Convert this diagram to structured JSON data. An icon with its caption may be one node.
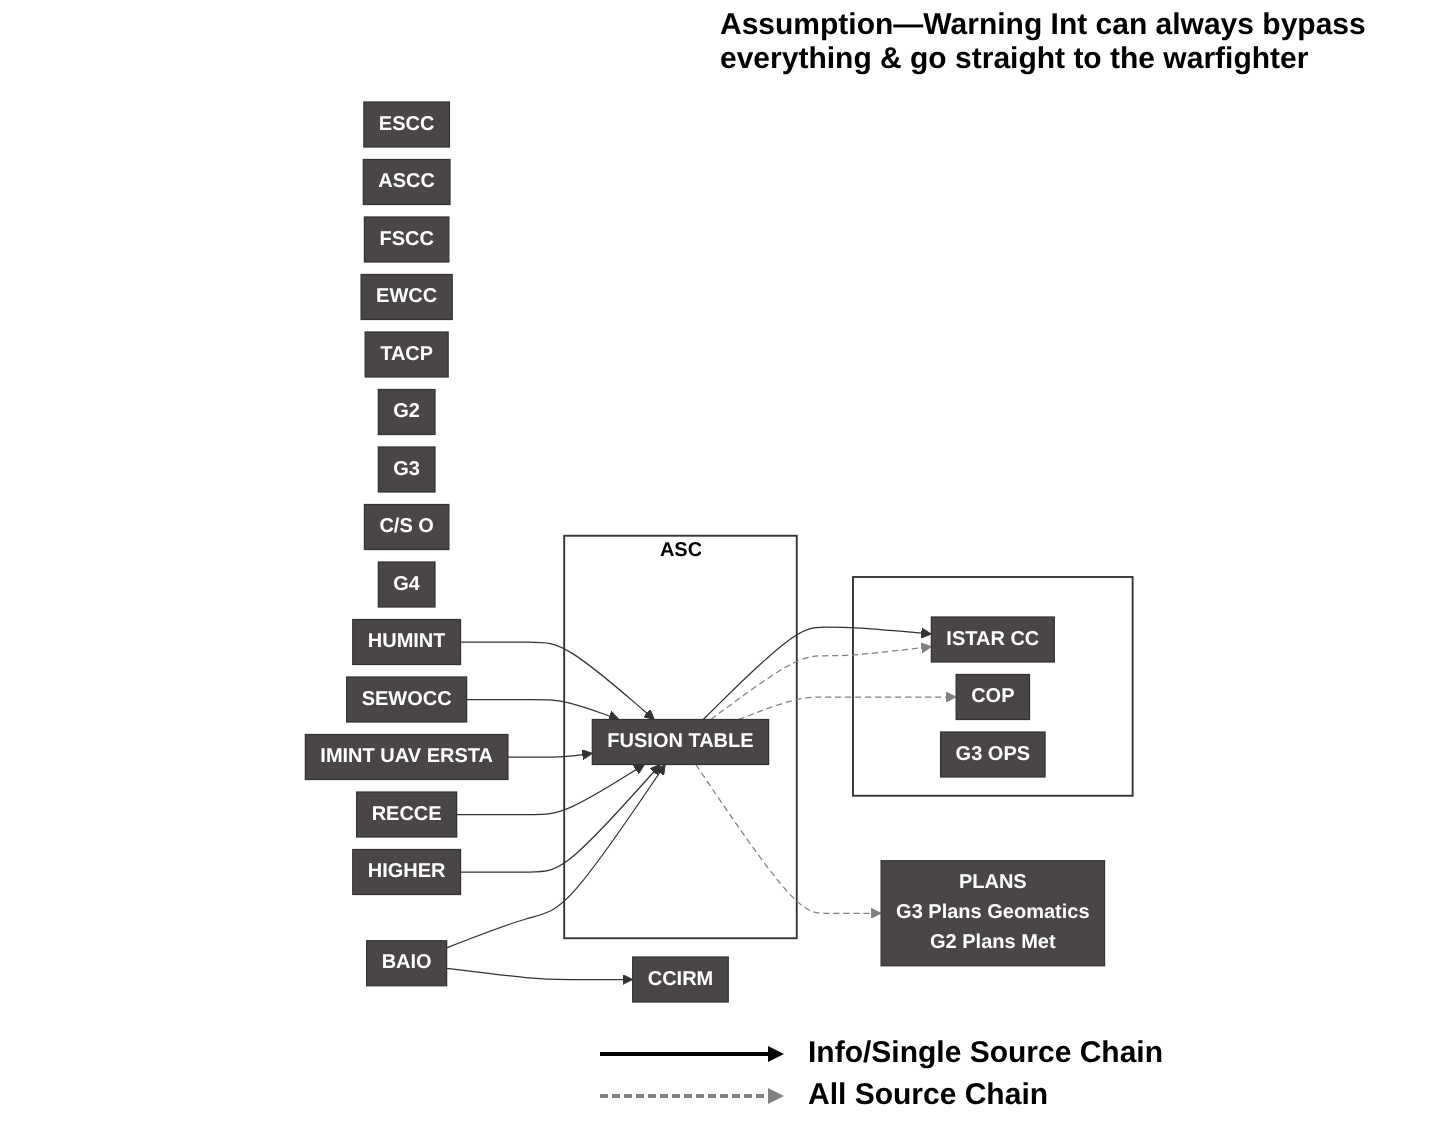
{
  "diagram": {
    "nodes": [
      {
        "text": [
          "PLANS",
          "G3 Plans Geomatics",
          "G2 Plans Met"
        ]
      },
      {
        "text": [
          "ESCC"
        ]
      },
      {
        "text": [
          "ASCC"
        ]
      },
      {
        "text": [
          "FSCC"
        ]
      },
      {
        "text": [
          "EWCC"
        ]
      },
      {
        "text": [],
        "shape": "box"
      },
      {
        "text": [
          "TACP"
        ]
      },
      {
        "text": [
          "ISTAR CC"
        ],
        "in": 5
      },
      {
        "text": [
          "G2"
        ]
      },
      {
        "text": [
          "G3"
        ]
      },
      {
        "text": [
          "C/S O"
        ]
      },
      {
        "text": [
          "COP"
        ],
        "in": 5
      },
      {
        "text": [
          "G3 OPS"
        ],
        "in": 5
      },
      {
        "text": [
          "G4"
        ]
      },
      {
        "text": [
          "ASC"
        ]
      },
      {
        "text": [
          "HUMINT"
        ]
      },
      {
        "text": [
          "SEWOCC"
        ]
      },
      {
        "text": [
          "IMINT UAV ERSTA"
        ]
      },
      {
        "text": [
          "FUSION TABLE"
        ],
        "in": 14
      },
      {
        "text": [
          "RECCE"
        ]
      },
      {
        "text": [
          "HIGHER"
        ]
      },
      {
        "text": [
          "BAIO"
        ]
      },
      {
        "text": [
          "CCIRM"
        ]
      }
    ],
    "edges": [
      {
        "from": 15,
        "to": 18,
        "arrow": "to"
      },
      {
        "from": 16,
        "to": 18,
        "arrow": "to"
      },
      {
        "from": 17,
        "to": 18,
        "arrow": "to"
      },
      {
        "from": 19,
        "to": 18,
        "arrow": "to"
      },
      {
        "from": 20,
        "to": 18,
        "arrow": "to"
      },
      {
        "from": 21,
        "to": 18,
        "arrow": "to"
      },
      {
        "from": 21,
        "to": 22,
        "arrow": "to"
      },
      {
        "from": 18,
        "to": 7,
        "arrow": "to"
      },
      {
        "from": 18,
        "to": 0,
        "arrow": "to",
        "style": "dashed",
        "color": "#808080"
      },
      {
        "from": 18,
        "to": 7,
        "arrow": "to",
        "style": "dashed",
        "color": "#808080"
      },
      {
        "from": 18,
        "to": 11,
        "arrow": "to",
        "style": "dashed",
        "color": "#808080"
      }
    ],
    "labels": [
      "Assumption—Warning Int can always bypass everything & go straight to the warfighter"
    ],
    "legend": [
      {
        "text": "Info/Single Source Chain"
      },
      {
        "text": "All Source Chain"
      }
    ]
  }
}
